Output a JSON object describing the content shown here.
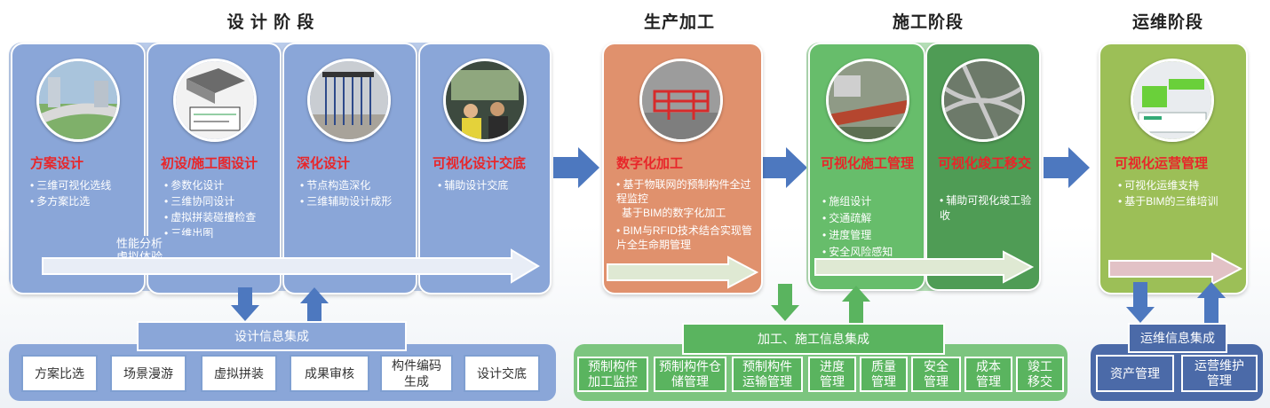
{
  "stages": {
    "design": "设 计 阶 段",
    "production": "生产加工",
    "construction": "施工阶段",
    "operation": "运维阶段"
  },
  "cards": [
    {
      "title": "方案设计",
      "items": [
        "三维可视化选线",
        "多方案比选"
      ]
    },
    {
      "title": "初设/施工图设计",
      "items": [
        "参数化设计",
        "三维协同设计",
        "虚拟拼装碰撞检查",
        "三维出图"
      ]
    },
    {
      "title": "深化设计",
      "items": [
        "节点构造深化",
        "三维辅助设计成形"
      ]
    },
    {
      "title": "可视化设计交底",
      "items": [
        "辅助设计交底"
      ]
    },
    {
      "title": "数字化加工",
      "items": [
        "基于物联网的预制构件全过程监控",
        "基于BIM的数字化加工",
        "BIM与RFID技术结合实现管片全生命期管理"
      ]
    },
    {
      "title": "可视化施工管理",
      "items": [
        "施组设计",
        "交通疏解",
        "进度管理",
        "安全风险感知"
      ]
    },
    {
      "title": "可视化竣工移交",
      "items": [
        "辅助可视化竣工验收"
      ]
    },
    {
      "title": "可视化运营管理",
      "items": [
        "可视化运维支持",
        "基于BIM的三维培训"
      ]
    }
  ],
  "analysis_label": {
    "line1": "性能分析",
    "line2": "虚拟体验"
  },
  "integration": {
    "design": "设计信息集成",
    "production_construction": "加工、施工信息集成",
    "operation": "运维信息集成"
  },
  "design_boxes": [
    "方案比选",
    "场景漫游",
    "虚拟拼装",
    "成果审核",
    "构件编码生成",
    "设计交底"
  ],
  "production_boxes": [
    "预制构件加工监控",
    "预制构件仓储管理",
    "预制构件运输管理",
    "进度管理",
    "质量管理",
    "安全管理",
    "成本管理",
    "竣工移交"
  ],
  "operation_boxes": [
    "资产管理",
    "运营维护管理"
  ],
  "colors": {
    "design_card": "#8aa6d8",
    "production_card": "#e0916d",
    "construction_card": "#67bd6b",
    "construction_card_dark": "#4f9c55",
    "operation_card": "#9cbf57",
    "title_red": "#e8262a",
    "arrow_blue": "#4d78bf",
    "arrow_green": "#5ab45f"
  }
}
